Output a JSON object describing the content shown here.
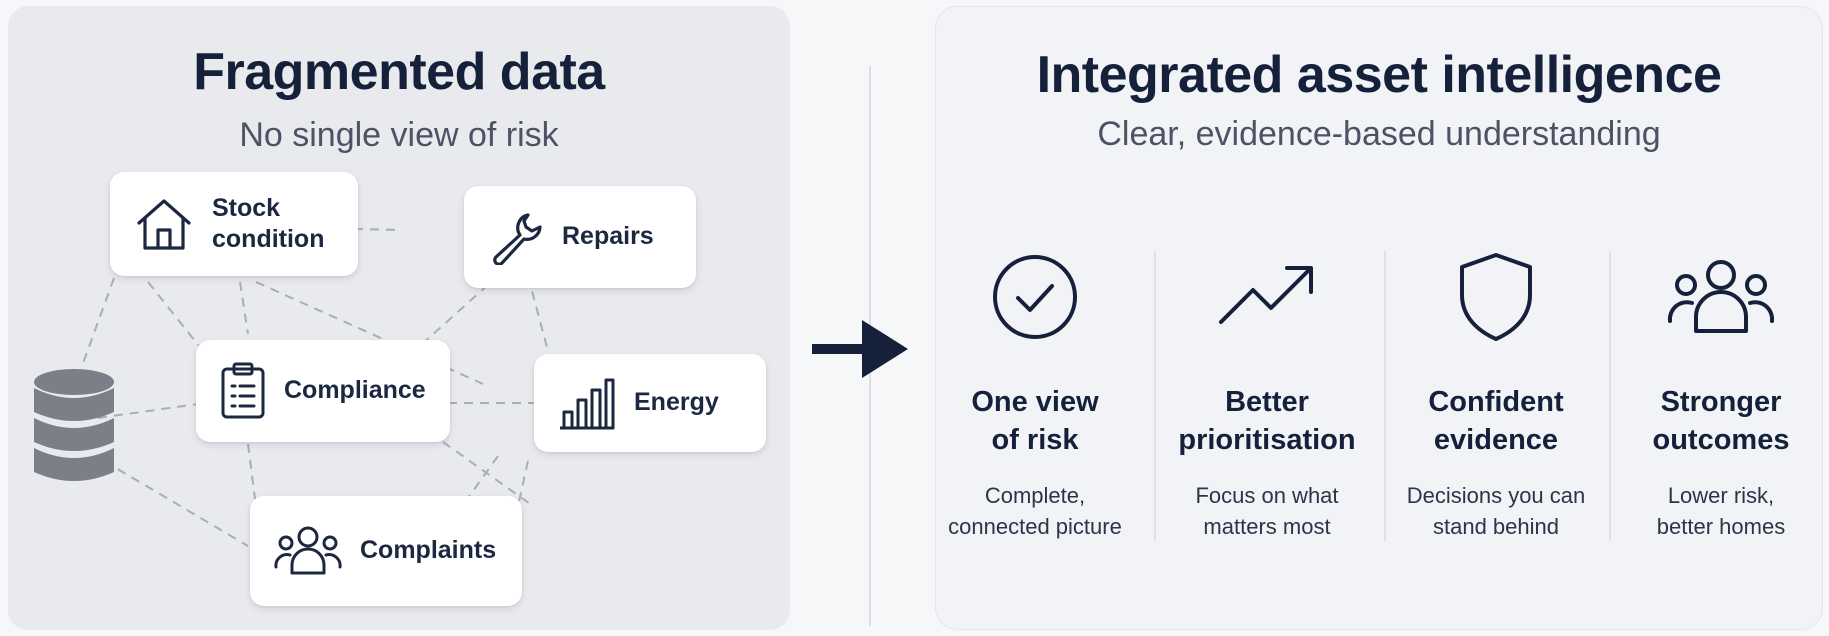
{
  "left_panel": {
    "title": "Fragmented data",
    "subtitle": "No single view of risk",
    "nodes": [
      {
        "label": "Stock\ncondition",
        "icon": "house-icon"
      },
      {
        "label": "Repairs",
        "icon": "wrench-icon"
      },
      {
        "label": "Compliance",
        "icon": "clipboard-icon"
      },
      {
        "label": "Energy",
        "icon": "bar-chart-icon"
      },
      {
        "label": "Complaints",
        "icon": "people-icon"
      }
    ],
    "side_icon": "database-icon"
  },
  "transition_icon": "arrow-right-icon",
  "right_panel": {
    "title": "Integrated asset intelligence",
    "subtitle": "Clear, evidence-based understanding",
    "benefits": [
      {
        "title": "One view\nof risk",
        "desc": "Complete,\nconnected picture",
        "icon": "check-circle-icon"
      },
      {
        "title": "Better\nprioritisation",
        "desc": "Focus on what\nmatters most",
        "icon": "trend-up-icon"
      },
      {
        "title": "Confident\nevidence",
        "desc": "Decisions you can\nstand behind",
        "icon": "shield-icon"
      },
      {
        "title": "Stronger\noutcomes",
        "desc": "Lower risk,\nbetter homes",
        "icon": "people-icon"
      }
    ]
  },
  "colors": {
    "ink": "#15213a",
    "muted": "#4b5365",
    "connector": "#a9adb6",
    "database": "#7b7f88",
    "left_bg": "#e9eaee",
    "right_bg": "#f2f3f6"
  }
}
